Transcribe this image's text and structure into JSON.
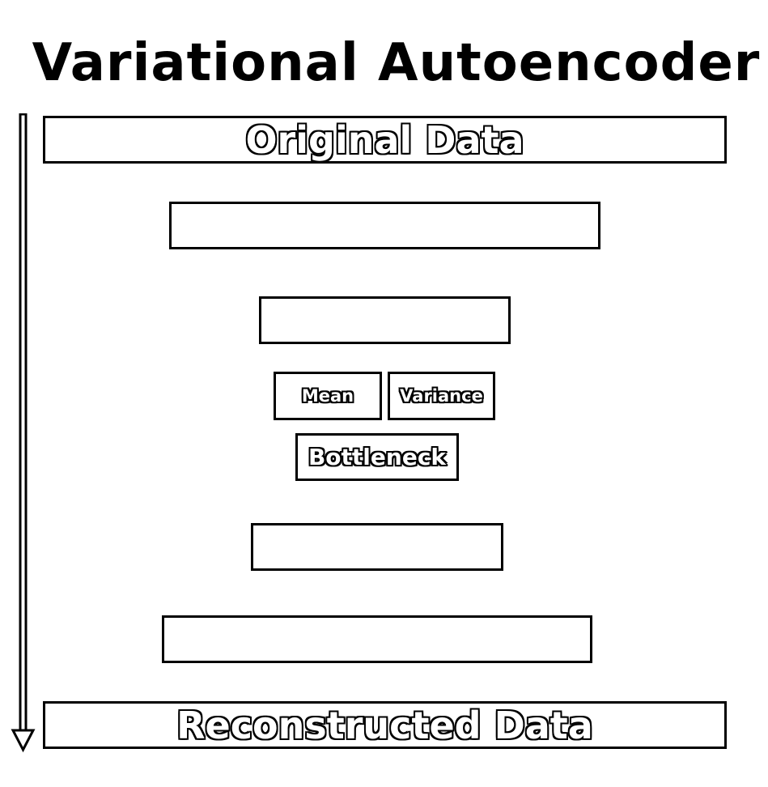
{
  "title": "Variational Autoencoder",
  "blocks": {
    "original": "Original Data",
    "mean": "Mean",
    "variance": "Variance",
    "bottleneck": "Bottleneck",
    "reconstructed": "Reconstructed Data"
  },
  "colors": {
    "stroke": "#000000",
    "background": "#ffffff"
  }
}
